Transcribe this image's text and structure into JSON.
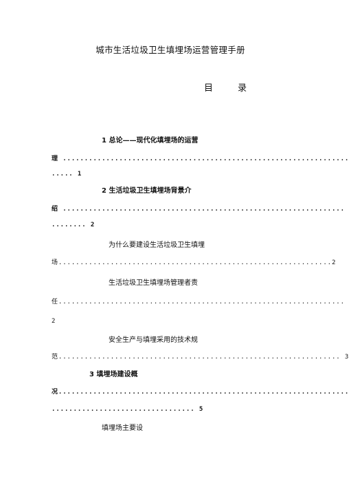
{
  "document": {
    "title": "城市生活垃圾卫生填埋场运营管理手册",
    "toc_heading": {
      "left": "目",
      "right": "录"
    }
  },
  "toc": [
    {
      "title_line": "1 总论——现代化填埋场的运营",
      "cont_line": "理 ..................................................................",
      "tail_line": "..... 1"
    },
    {
      "title_line": "2 生活垃圾卫生填埋场背景介",
      "cont_line": "绍 .................................................................",
      "tail_line": "........ 2"
    },
    {
      "title_line": "为什么要建设生活垃圾卫生填埋",
      "cont_line": "场...............................................................2"
    },
    {
      "title_line": "生活垃圾卫生填埋场管理者责",
      "cont_line": "任..................................................................",
      "tail_line": "2"
    },
    {
      "title_line": "安全生产与填埋采用的技术规",
      "cont_line": "范................................................................. 3"
    },
    {
      "title_line": "3 填埋场建设概",
      "cont_line": "况...................................................................",
      "tail_line": "................................. 5"
    },
    {
      "title_line": "填埋场主要设"
    }
  ]
}
